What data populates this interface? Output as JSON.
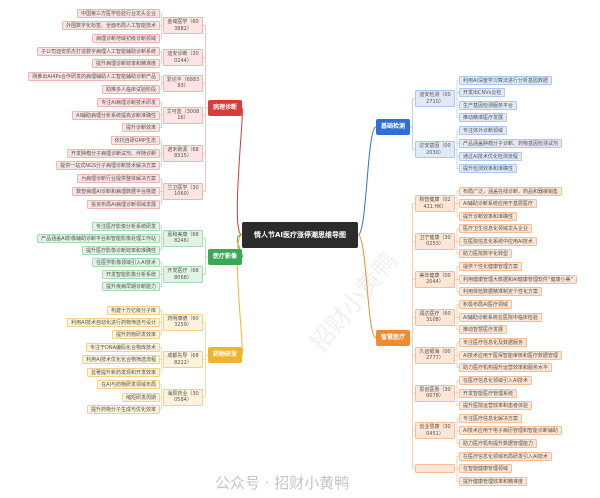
{
  "title": "情人节AI医疗涨停潮思维导图",
  "watermark": "公众号 · 招财小黄鸭",
  "watermark_center": "招财小黄鸭",
  "colors": {
    "red": "#d93a3a",
    "green": "#3aa856",
    "yellow": "#efb52a",
    "blue": "#2e6fd8",
    "orange": "#f08a2c"
  },
  "branches": [
    {
      "name": "病理诊断",
      "color": "red",
      "side": "left",
      "groups": [
        {
          "name": "金域医学（603882）",
          "leaves": [
            "中国第三方医学检验行业龙头企业",
            "外围数字化标签、全面布局人工智能技术",
            "病理诊断地域初级诊断领域"
          ]
        },
        {
          "name": "迪安诊断（300244）",
          "leaves": [
            "子公司迪安凯杰打造数字病理人工智能辅助诊断系统",
            "提升病理诊断效率和精准度"
          ]
        },
        {
          "name": "爱论平（688393）",
          "leaves": [
            "刚推出AI4Ps合作研发的病理辅助人工智能辅助诊断产品",
            "助推多人临床试验阶段"
          ]
        },
        {
          "name": "艾可蓝（300816）",
          "leaves": [
            "专注AI病理诊断技术研发",
            "AI辅助病理分析系统提高诊断准确性",
            "提升诊断效率"
          ]
        },
        {
          "name": "诺禾致源（688315）",
          "leaves": [
            "依托自研GMP生态",
            "开发肿瘤分子病理诊断试剂、伴随诊断",
            "提供一站式NGS分子病理诊断技术解决方案"
          ]
        },
        {
          "name": "兰卫医学（301060）",
          "leaves": [
            "为病理诊断行业提供整体解决方案",
            "数智病理AI诊断和病理数据平台搭建",
            "投资布局AI病理诊断领域发展"
          ]
        }
      ]
    },
    {
      "name": "医疗影像",
      "color": "green",
      "side": "left",
      "groups": [
        {
          "name": "嘉和美康（688246）",
          "leaves": [
            "专注医疗影像分析系统研发",
            "产品涵盖AI影像辅助诊断平台和智能影像处理工作站",
            "提升医疗影像诊断效率和准确性"
          ]
        },
        {
          "name": "开发医疗（688068）",
          "leaves": [
            "在医学影像领域引入AI技术",
            "开发智能影像分析系统",
            "提升疾病早期诊断能力"
          ]
        }
      ]
    },
    {
      "name": "药物研发",
      "color": "yellow",
      "side": "left",
      "groups": [
        {
          "name": "药明康德（603259）",
          "leaves": [
            "构建十万亿级分子库",
            "利用AI技术自动化进行药物筛选与设计",
            "提升药物研发效率"
          ]
        },
        {
          "name": "成都先导（688222）",
          "leaves": [
            "专注于DNA编码化合物库技术",
            "利用AI技术优化化合物筛选流程",
            "显著提升新药发现和开发效率"
          ]
        },
        {
          "name": "海辰药业（300584）",
          "leaves": [
            "在AI与药物研发领域布局",
            "缩短研发周期",
            "提升药物分子生成与优化效率"
          ]
        }
      ]
    },
    {
      "name": "基础检测",
      "color": "blue",
      "side": "right",
      "groups": [
        {
          "name": "迪安检测（002710）",
          "leaves": [
            "利用AI深度学习算法进行分析基因数据",
            "开发出CNVs云检",
            "生产基因检测服务平台",
            "推动精准医疗发展"
          ]
        },
        {
          "name": "达安基因（002030）",
          "leaves": [
            "专注体外诊断领域",
            "产品涵盖肿瘤分子诊断、药物基因检测试剂",
            "通过AI技术优化检测流程",
            "提升检测效率和准确性"
          ]
        }
      ]
    },
    {
      "name": "智慧医疗",
      "color": "orange",
      "side": "right",
      "groups": [
        {
          "name": "新智健康（02411.HK）",
          "leaves": [
            "布局广泛，涵盖在线诊断、药品和器械销售",
            "AI辅助诊断系统应用于基层医疗",
            "提升诊断效率和准确性"
          ]
        },
        {
          "name": "卫宁健康（300253）",
          "leaves": [
            "医疗卫生信息化领域龙头企业",
            "在医院信息化系统中应用AI技术",
            "助力医院数字化转型"
          ]
        },
        {
          "name": "美年健康（002044）",
          "leaves": [
            "提供个性化健康管理方案",
            "利用健康管理大数据和AI健康管理软件“健康小美”",
            "利用体检数据精准制定个性化方案"
          ]
        },
        {
          "name": "润达医疗（603108）",
          "leaves": [
            "积极布局AI医疗领域",
            "AI辅助诊断系统在医院中临床检验",
            "推动智慧医疗发展"
          ]
        },
        {
          "name": "久远银海（002777）",
          "leaves": [
            "专注医疗信息化及数据服务",
            "AI技术应用于医保智能审核和医疗数据管理",
            "助力医疗机构提升运营效率和服务水平"
          ]
        },
        {
          "name": "思创医惠（300078）",
          "leaves": [
            "在医疗信息化领域引入AI技术",
            "开发智能医疗管理系统",
            "提升医院运营效率和患者体验"
          ]
        },
        {
          "name": "创业慧康（300451）",
          "leaves": [
            "专注医疗信息化解决方案",
            "AI技术应用于电子病历管理和智能诊断辅助",
            "助力医疗机构提升数据管理能力"
          ]
        },
        {
          "name": null,
          "leaves": [
            "在医疗信息化领域布局研发引入AI技术",
            "在智能健康管理领域",
            "提升健康管理效率和精准度"
          ]
        }
      ]
    }
  ]
}
